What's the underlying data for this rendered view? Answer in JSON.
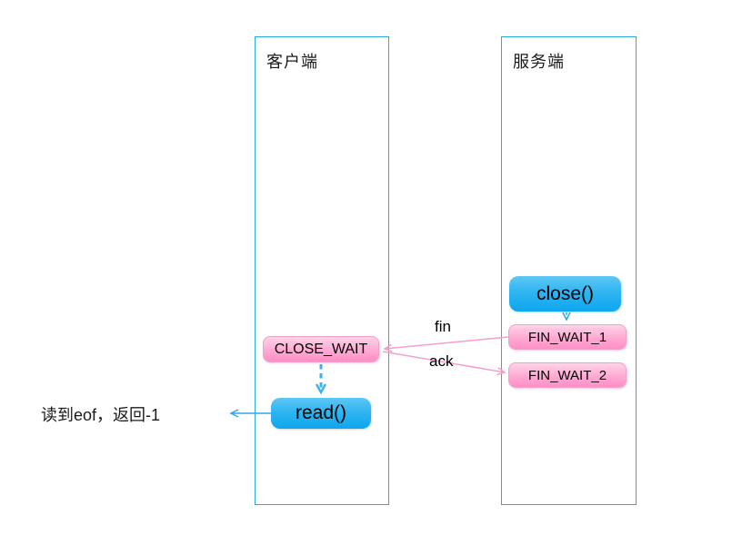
{
  "diagram": {
    "lanes": {
      "client": {
        "label": "客户端"
      },
      "server": {
        "label": "服务端"
      }
    },
    "nodes": {
      "close_call": {
        "label": "close()",
        "style": "blue"
      },
      "fin_wait_1": {
        "label": "FIN_WAIT_1",
        "style": "pink"
      },
      "fin_wait_2": {
        "label": "FIN_WAIT_2",
        "style": "pink"
      },
      "close_wait": {
        "label": "CLOSE_WAIT",
        "style": "pink"
      },
      "read_call": {
        "label": "read()",
        "style": "blue"
      }
    },
    "edges": {
      "close_to_fin_wait_1": {
        "from": "close_call",
        "to": "fin_wait_1",
        "style": "blue-dashed"
      },
      "fin": {
        "label": "fin",
        "from": "fin_wait_1",
        "to": "close_wait",
        "style": "pink"
      },
      "ack": {
        "label": "ack",
        "from": "close_wait",
        "to": "fin_wait_2",
        "style": "pink"
      },
      "close_wait_to_read": {
        "from": "close_wait",
        "to": "read_call",
        "style": "blue-dashed-thick"
      },
      "read_to_annotation": {
        "from": "read_call",
        "to": "read_eof_note",
        "style": "blue"
      }
    },
    "annotations": {
      "read_eof": "读到eof，返回-1"
    },
    "colors": {
      "lane_border": "#2baae2",
      "blue_node_top": "#5ec7f4",
      "blue_node_bottom": "#0ea6ee",
      "pink_node_top": "#ffd3e8",
      "pink_node_bottom": "#ff8fc6",
      "pink_arrow": "#f59fcc",
      "blue_arrow": "#2ea9e8",
      "text": "#000000"
    }
  }
}
